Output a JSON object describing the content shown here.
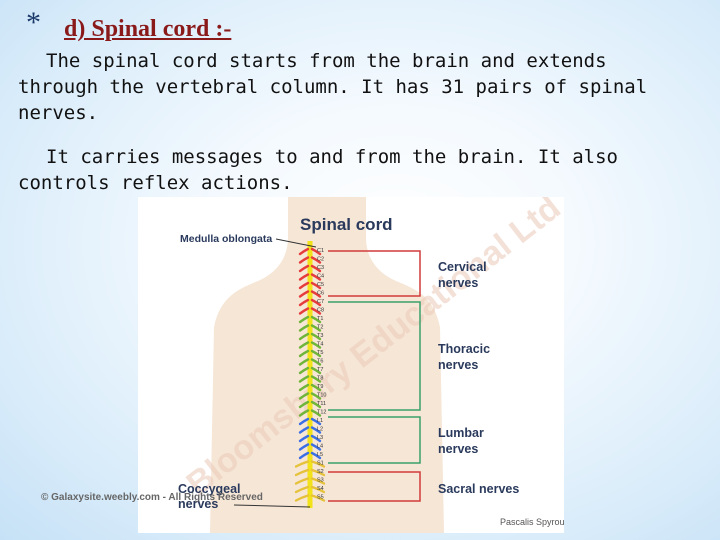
{
  "slide": {
    "bullet": "*",
    "heading": "d) Spinal cord :-",
    "paragraphs": [
      "The spinal cord starts from the brain and extends through the vertebral column.  It has 31 pairs of spinal nerves.",
      "It carries messages to and from the brain.  It also controls reflex actions."
    ]
  },
  "figure": {
    "title": "Spinal cord",
    "label_medulla": "Medulla oblongata",
    "groups": [
      {
        "name": "Cervical",
        "sub": "nerves",
        "color": "#e63c3c"
      },
      {
        "name": "Thoracic",
        "sub": "nerves",
        "color": "#6fb53a"
      },
      {
        "name": "Lumbar",
        "sub": "nerves",
        "color": "#3a6fe6"
      },
      {
        "name": "Sacral nerves",
        "sub": "",
        "color": "#e6c23a"
      }
    ],
    "coccygeal": "Coccygeal",
    "coccygeal_sub": "nerves",
    "segments": [
      "C1",
      "C2",
      "C3",
      "C4",
      "C5",
      "C6",
      "C7",
      "C8",
      "T1",
      "T2",
      "T3",
      "T4",
      "T5",
      "T6",
      "T7",
      "T8",
      "T9",
      "T10",
      "T11",
      "T12",
      "L1",
      "L2",
      "L3",
      "L4",
      "L5",
      "S1",
      "S2",
      "S3",
      "S4",
      "S5"
    ],
    "watermark": "Bloomsbury Educational Ltd",
    "signature": "Pascalis Spyrou",
    "credit": "© Galaxysite.weebly.com - All Rights Reserved"
  }
}
